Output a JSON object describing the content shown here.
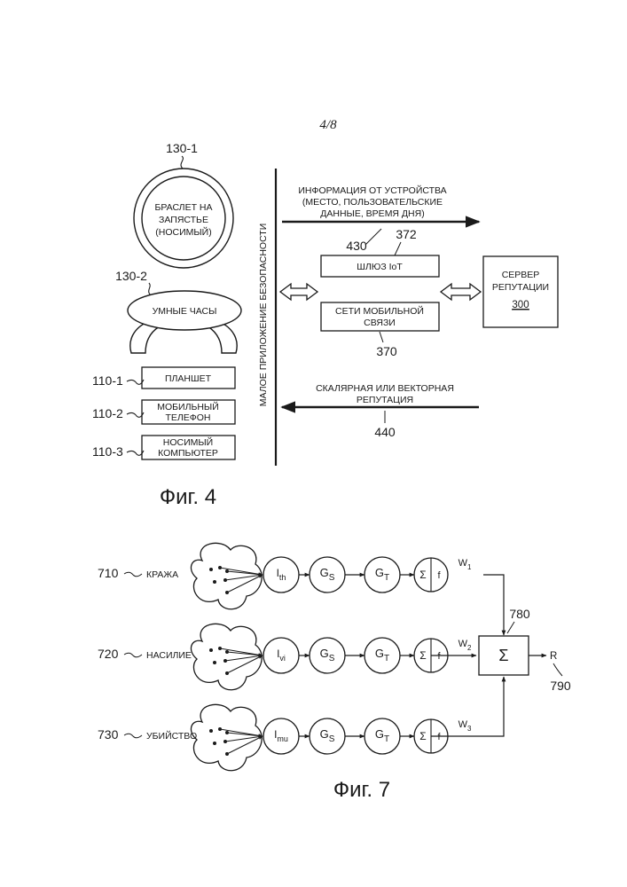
{
  "page_number": "4/8",
  "fig4": {
    "caption": "Фиг. 4",
    "bracelet": {
      "ref": "130-1",
      "line1": "БРАСЛЕТ НА",
      "line2": "ЗАПЯСТЬЕ",
      "line3": "(НОСИМЫЙ)"
    },
    "watch": {
      "ref": "130-2",
      "label": "УМНЫЕ ЧАСЫ"
    },
    "tablet": {
      "ref": "110-1",
      "label": "ПЛАНШЕТ"
    },
    "phone": {
      "ref": "110-2",
      "line1": "МОБИЛЬНЫЙ",
      "line2": "ТЕЛЕФОН"
    },
    "wearable_pc": {
      "ref": "110-3",
      "line1": "НОСИМЫЙ",
      "line2": "КОМПЬЮТЕР"
    },
    "security_app": "МАЛОЕ ПРИЛОЖЕНИЕ БЕЗОПАСНОСТИ",
    "device_info": {
      "line1": "ИНФОРМАЦИЯ ОТ УСТРОЙСТВА",
      "line2": "(МЕСТО, ПОЛЬЗОВАТЕЛЬСКИЕ",
      "line3": "ДАННЫЕ, ВРЕМЯ ДНЯ)",
      "ref": "430"
    },
    "iot_gateway": {
      "ref": "372",
      "label": "ШЛЮЗ IoT"
    },
    "mobile_net": {
      "ref": "370",
      "line1": "СЕТИ МОБИЛЬНОЙ",
      "line2": "СВЯЗИ"
    },
    "server": {
      "line1": "СЕРВЕР",
      "line2": "РЕПУТАЦИИ",
      "ref": "300"
    },
    "reputation": {
      "line1": "СКАЛЯРНАЯ ИЛИ ВЕКТОРНАЯ",
      "line2": "РЕПУТАЦИЯ",
      "ref": "440"
    }
  },
  "fig7": {
    "caption": "Фиг. 7",
    "rows": [
      {
        "ref": "710",
        "label": "КРАЖА",
        "i_main": "I",
        "i_sub": "th",
        "gs_main": "G",
        "gs_sub": "S",
        "gt_main": "G",
        "gt_sub": "T",
        "sigma": "Σ",
        "f": "f",
        "w_main": "W",
        "w_sub": "1"
      },
      {
        "ref": "720",
        "label": "НАСИЛИЕ",
        "i_main": "I",
        "i_sub": "vi",
        "gs_main": "G",
        "gs_sub": "S",
        "gt_main": "G",
        "gt_sub": "T",
        "sigma": "Σ",
        "f": "f",
        "w_main": "W",
        "w_sub": "2"
      },
      {
        "ref": "730",
        "label": "УБИЙСТВО",
        "i_main": "I",
        "i_sub": "mu",
        "gs_main": "G",
        "gs_sub": "S",
        "gt_main": "G",
        "gt_sub": "T",
        "sigma": "Σ",
        "f": "f",
        "w_main": "W",
        "w_sub": "3"
      }
    ],
    "sum": {
      "ref": "780",
      "symbol": "Σ"
    },
    "output": {
      "label": "R",
      "ref": "790"
    }
  }
}
